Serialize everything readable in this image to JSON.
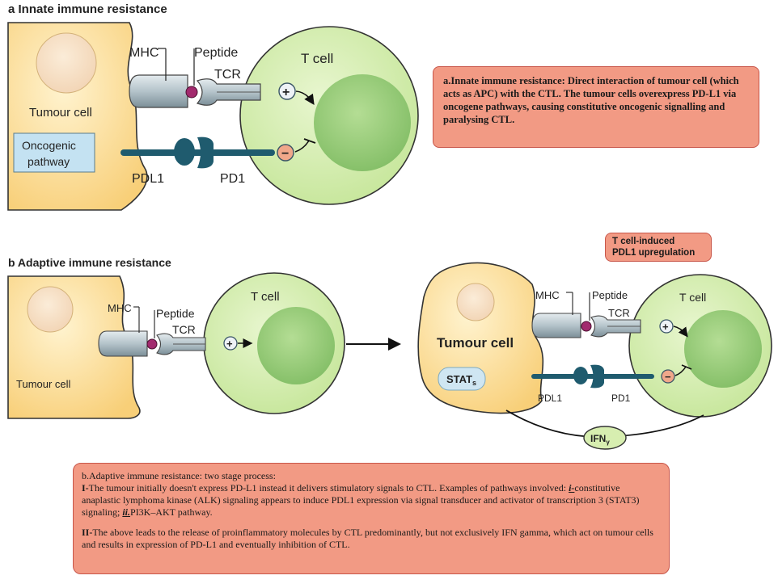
{
  "panel_a": {
    "title": "a Innate immune resistance",
    "tumour_label": "Tumour cell",
    "oncogenic_line1": "Oncogenic",
    "oncogenic_line2": "pathway",
    "mhc": "MHC",
    "peptide": "Peptide",
    "tcr": "TCR",
    "tcell": "T cell",
    "pdl1": "PDL1",
    "pd1": "PD1",
    "plus": "+",
    "minus": "−"
  },
  "box_a": {
    "text": "a.Innate immune resistance: Direct interaction of tumour cell (which acts as APC) with the CTL. The tumour cells overexpress PD-L1 via oncogene pathways, causing constitutive oncogenic signalling and paralysing CTL."
  },
  "box_tcell_induced": {
    "line1": "T cell-induced",
    "line2": "PDL1 upregulation"
  },
  "panel_b": {
    "title": "b Adaptive immune resistance",
    "left_tumour_label": "Tumour cell",
    "left_mhc": "MHC",
    "left_peptide": "Peptide",
    "left_tcr": "TCR",
    "left_tcell": "T cell",
    "right_tumour_label": "Tumour cell",
    "stat": "STAT",
    "stat_sub": "s",
    "right_mhc": "MHC",
    "right_peptide": "Peptide",
    "right_tcr": "TCR",
    "right_tcell": "T cell",
    "right_pdl1": "PDL1",
    "right_pd1": "PD1",
    "ifn": "IFN",
    "ifn_sub": "γ",
    "plus": "+",
    "minus": "−"
  },
  "box_b": {
    "heading": "b.Adaptive immune resistance: two stage process:",
    "p1_lead": "I-",
    "p1_a": "The tumour initially doesn't express PD-L1 instead it delivers stimulatory signals to CTL. Examples of pathways involved: ",
    "p1_i": "i-",
    "p1_b": "constitutive anaplastic lymphoma kinase (ALK) signaling appears to induce PDL1 expression via signal transducer and activator of transcription 3 (STAT3) signaling; ",
    "p1_ii": "ii.",
    "p1_c": "PI3K–AKT pathway.",
    "p2_lead": "II-",
    "p2_text": "The above leads to the release of proinflammatory molecules by CTL predominantly, but not exclusively IFN gamma, which act on tumour cells and results in expression of PD-L1 and eventually inhibition of CTL."
  },
  "colors": {
    "tumour_fill": "#fbd990",
    "tcell_fill": "#d7eeb0",
    "nucleus": "#9ccf80",
    "receptor_teal": "#1f5b6e",
    "box_fill": "#f29a84"
  }
}
